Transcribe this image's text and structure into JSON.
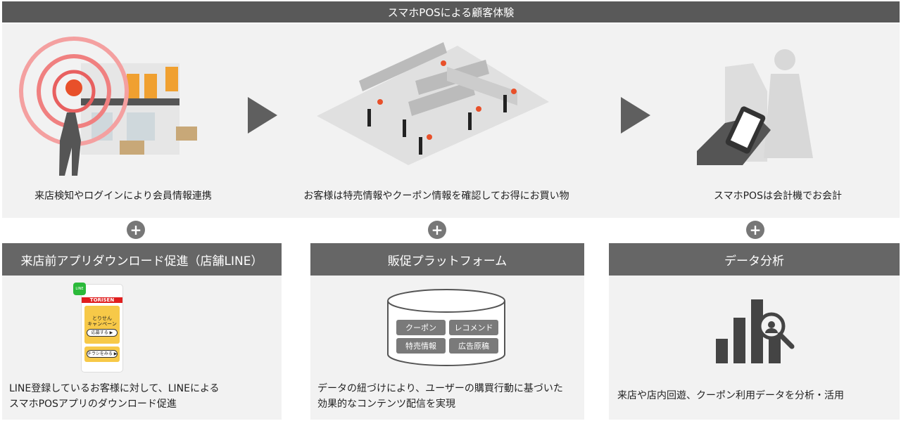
{
  "title": "スマホPOSによる顧客体験",
  "steps": [
    {
      "caption": "来店検知やログインにより会員情報連携"
    },
    {
      "caption": "お客様は特売情報やクーポン情報を確認してお得にお買い物"
    },
    {
      "caption": "スマホPOSは会計機でお会計"
    }
  ],
  "plus": "+",
  "sections": [
    {
      "header": "来店前アプリダウンロード促進（店舗LINE）",
      "lines": [
        "LINE登録しているお客様に対して、LINEによる",
        "スマホPOSアプリのダウンロード促進"
      ],
      "phone": {
        "brand": "TORISEN",
        "campaign": "とりせん\nキャンペーン",
        "btn1": "応募する ▶",
        "btn2": "チラシをみる ▶",
        "line": "LINE"
      }
    },
    {
      "header": "販促プラットフォーム",
      "lines": [
        "データの紐づけにより、ユーザーの購買行動に基づいた",
        "効果的なコンテンツ配信を実現"
      ],
      "db": [
        "クーポン",
        "レコメンド",
        "特売情報",
        "広告原稿"
      ]
    },
    {
      "header": "データ分析",
      "lines": [
        "来店や店内回遊、クーポン利用データを分析・活用"
      ]
    }
  ],
  "colors": {
    "dark": "#595959",
    "panel": "#f2f2f2",
    "accent": "#e8502a"
  }
}
